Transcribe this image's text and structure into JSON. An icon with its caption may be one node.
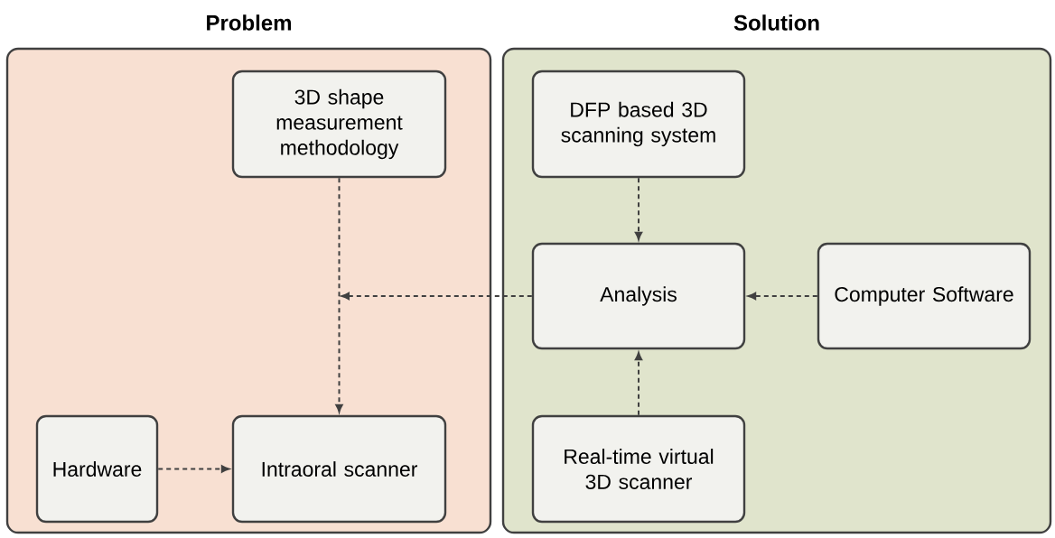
{
  "diagram": {
    "nodes": [
      {
        "text": [
          "Problem"
        ]
      },
      {
        "text": [
          "Solution"
        ]
      },
      {
        "text": [
          "3D shape measurement methodology"
        ],
        "in": 0
      },
      {
        "text": [
          "DFP based 3D scanning system"
        ],
        "in": 1
      },
      {
        "text": [
          "Analysis"
        ],
        "in": 1
      },
      {
        "text": [
          "Computer Software"
        ],
        "in": 1
      },
      {
        "text": [
          "Hardware"
        ],
        "in": 0
      },
      {
        "text": [
          "Intraoral scanner"
        ],
        "in": 0
      },
      {
        "text": [
          "Real-time virtual 3D scanner"
        ],
        "in": 1
      }
    ],
    "edges": [
      {
        "from": 2,
        "to": 7,
        "arrow": "to",
        "style": "dashed"
      },
      {
        "from": 6,
        "to": 7,
        "arrow": "to",
        "style": "dashed"
      },
      {
        "from": 3,
        "to": 4,
        "arrow": "to",
        "style": "dashed"
      },
      {
        "from": 5,
        "to": 4,
        "arrow": "to",
        "style": "dashed"
      },
      {
        "from": 8,
        "to": 4,
        "arrow": "to",
        "style": "dashed"
      },
      {
        "from": 4,
        "to": null,
        "arrow": "to",
        "style": "dashed"
      }
    ]
  }
}
